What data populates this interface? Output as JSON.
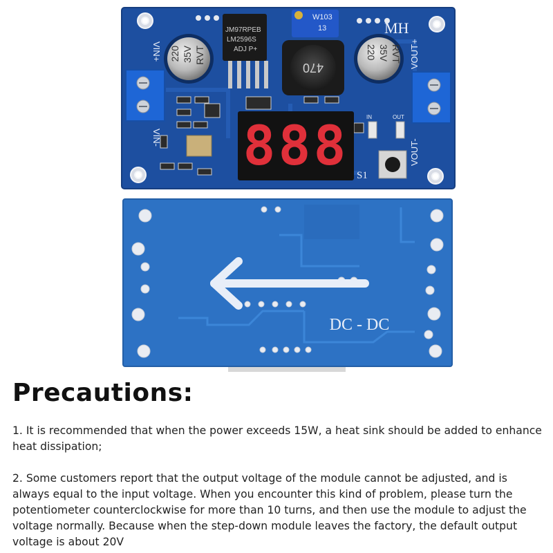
{
  "board_front": {
    "top_label": "W103",
    "pot_label": "13",
    "brand": "MH",
    "vin_plus": "VIN+",
    "vin_minus": "VIN-",
    "vout_plus": "VOUT+",
    "vout_minus": "VOUT-",
    "in_led": "IN",
    "out_led": "OUT",
    "switch_label": "S1",
    "cap_left": [
      "220",
      "35V",
      "RVT"
    ],
    "cap_right": [
      "220",
      "35V",
      "RVT"
    ],
    "chip_lines": [
      "JM97RPEB",
      "LM2596S",
      "ADJ P+"
    ],
    "inductor_label": "470",
    "display": "888"
  },
  "board_back": {
    "label": "DC - DC"
  },
  "precautions": {
    "heading": "Precautions:",
    "item1": "1. It is recommended that when the power exceeds 15W, a heat sink should be added to enhance heat dissipation;",
    "item2": "2. Some customers report that the output voltage of the module cannot be adjusted, and is always equal to the input voltage. When you encounter this kind of problem, please turn the potentiometer counterclockwise for more than 10 turns, and then use the module to adjust the voltage normally. Because when the step-down module leaves the factory, the default output voltage is about 20V"
  },
  "colors": {
    "pcb_front": "#1d4fa0",
    "pcb_back": "#2d72c4",
    "terminal": "#1e66d6",
    "segment": "#e0303a"
  }
}
